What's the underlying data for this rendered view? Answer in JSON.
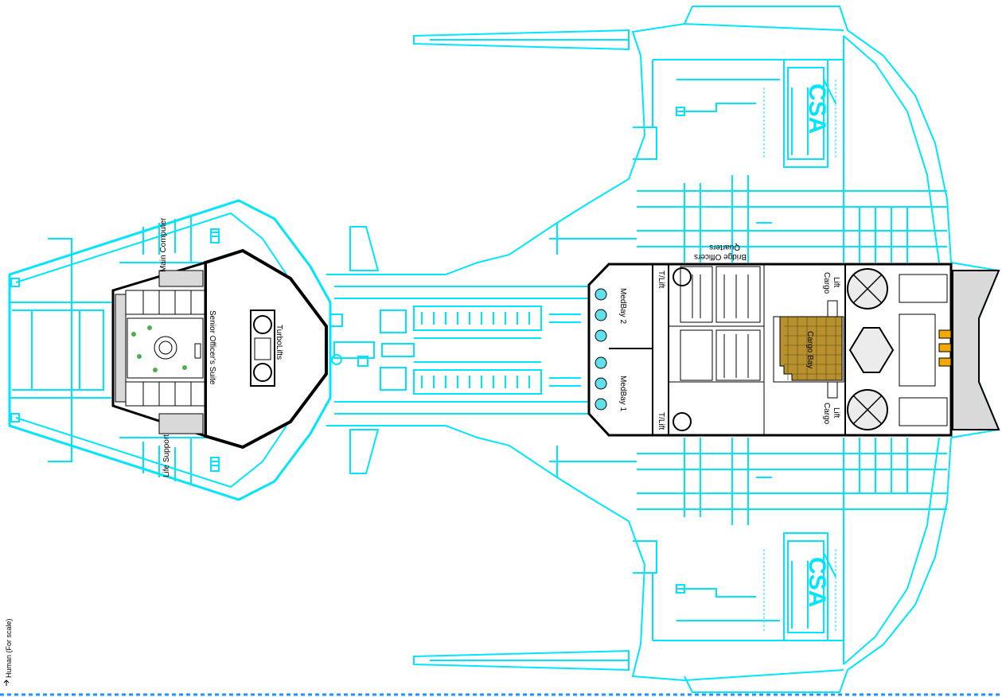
{
  "labels": {
    "main_computer": "Main Computer",
    "senior_officers_suite": "Senior Officer's Suite",
    "turbolifts": "TurboLifts",
    "life_support": "Life Support",
    "bridge_officers_quarters_line1": "Bridge Officers",
    "bridge_officers_quarters_line2": "Quarters",
    "medbay_2": "MedBay 2",
    "medbay_1": "MedBay 1",
    "tlift_upper": "T/Lift",
    "tlift_lower": "T/Lift",
    "cargo_lift_upper_line1": "Cargo",
    "cargo_lift_upper_line2": "Lift",
    "cargo_lift_lower_line1": "Cargo",
    "cargo_lift_lower_line2": "Lift",
    "cargo_bay": "Cargo Bay",
    "human_scale": "Human (For scale)"
  },
  "logos": {
    "upper": "CSA",
    "lower": "CSA"
  },
  "colors": {
    "hull_outline": "#00e5ff",
    "deck_outline": "#000000",
    "cargo_fill": "#b8912e",
    "medbay_bed": "#5fe0ea",
    "scale_line": "#1e90ff"
  }
}
